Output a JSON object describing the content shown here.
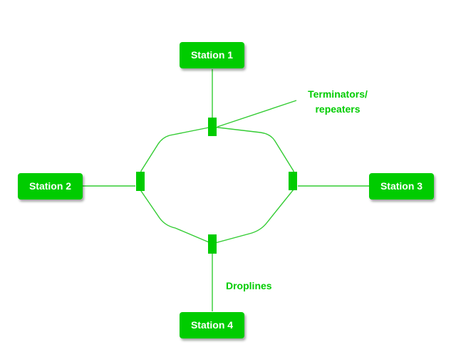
{
  "colors": {
    "node_fill": "#00cc00",
    "node_text": "#ffffff",
    "line": "#33cc33",
    "repeater": "#00cc00",
    "annotation_text": "#00cc00",
    "background": "#ffffff"
  },
  "stations": {
    "station_1": "Station 1",
    "station_2": "Station 2",
    "station_3": "Station 3",
    "station_4": "Station 4"
  },
  "annotations": {
    "terminators_line1": "Terminators/",
    "terminators_line2": "repeaters",
    "droplines": "Droplines"
  }
}
